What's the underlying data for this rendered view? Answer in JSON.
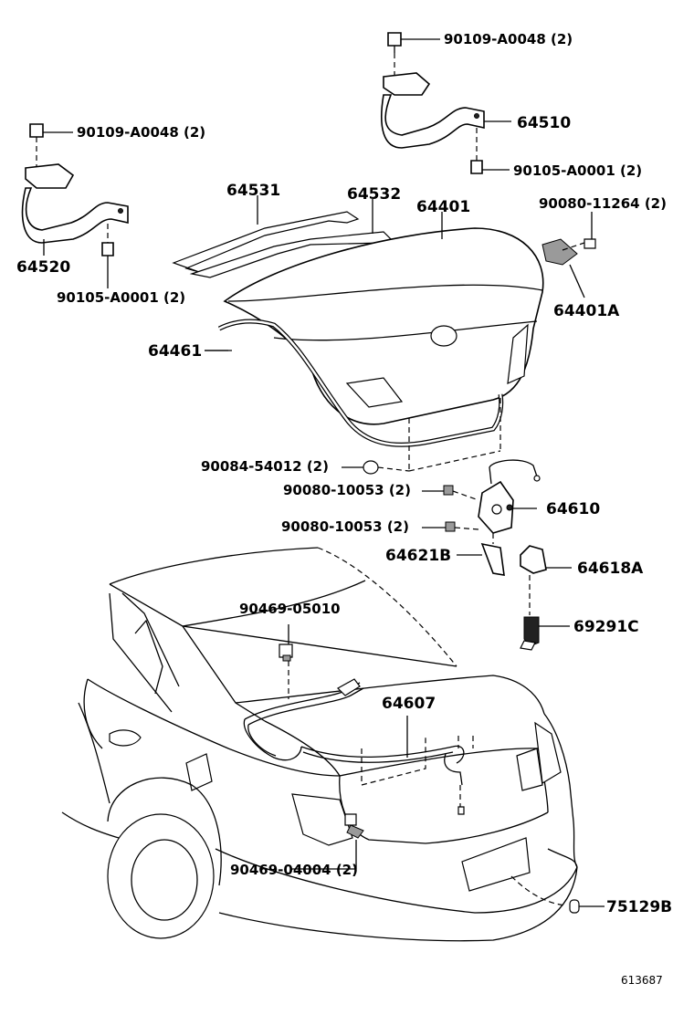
{
  "labels": {
    "hinge_r_bolt": "90109-A0048 (2)",
    "hinge_r": "64510",
    "hinge_r_nut": "90105-A0001 (2)",
    "hinge_l_bolt": "90109-A0048 (2)",
    "hinge_l": "64520",
    "hinge_l_nut": "90105-A0001 (2)",
    "rod_l": "64531",
    "rod_r": "64532",
    "lid": "64401",
    "lid_screw": "90080-11264 (2)",
    "lid_bracket": "64401A",
    "weatherstrip": "64461",
    "cushion": "90084-54012 (2)",
    "lock_bolt_1": "90080-10053 (2)",
    "lock": "64610",
    "lock_bolt_2": "90080-10053 (2)",
    "striker": "64621B",
    "switch": "64618A",
    "clip_handle": "69291C",
    "clamp": "90469-05010",
    "cable": "64607",
    "clamp_lower": "90469-04004 (2)",
    "plug": "75129B",
    "catalog_no": "613687"
  }
}
